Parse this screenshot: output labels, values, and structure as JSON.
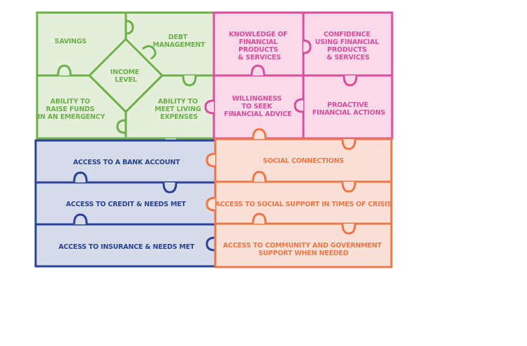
{
  "colors": {
    "green": "#6db04b",
    "green_fill": "#e3efd9",
    "pink": "#d94e9c",
    "pink_fill": "#f9d9ea",
    "blue": "#2a4393",
    "blue_fill": "#d5dbe8",
    "orange": "#ee7748",
    "orange_fill": "#fbe0d7"
  },
  "green_group": {
    "savings": [
      "SAVINGS"
    ],
    "debt": [
      "DEBT",
      "MANAGEMENT"
    ],
    "income": [
      "INCOME",
      "LEVEL"
    ],
    "raise_funds": [
      "ABILITY TO",
      "RAISE FUNDS",
      "IN AN EMERGENCY"
    ],
    "living_expenses": [
      "ABILITY TO",
      "MEET LIVING",
      "EXPENSES"
    ]
  },
  "pink_group": {
    "knowledge": [
      "KNOWLEDGE OF",
      "FINANCIAL",
      "PRODUCTS",
      "& SERVICES"
    ],
    "confidence": [
      "CONFIDENCE",
      "USING FINANCIAL",
      "PRODUCTS",
      "& SERVICES"
    ],
    "willingness": [
      "WILLINGNESS",
      "TO SEEK",
      "FINANCIAL ADVICE"
    ],
    "proactive": [
      "PROACTIVE",
      "FINANCIAL ACTIONS"
    ]
  },
  "blue_group": {
    "bank": [
      "ACCESS TO A BANK ACCOUNT"
    ],
    "credit": [
      "ACCESS TO CREDIT & NEEDS MET"
    ],
    "insurance": [
      "ACCESS TO INSURANCE & NEEDS MET"
    ]
  },
  "orange_group": {
    "social_connections": [
      "SOCIAL CONNECTIONS"
    ],
    "social_support": [
      "ACCESS TO SOCIAL SUPPORT IN TIMES OF CRISIS"
    ],
    "community": [
      "ACCESS TO COMMUNITY AND GOVERNMENT",
      "SUPPORT WHEN NEEDED"
    ]
  }
}
